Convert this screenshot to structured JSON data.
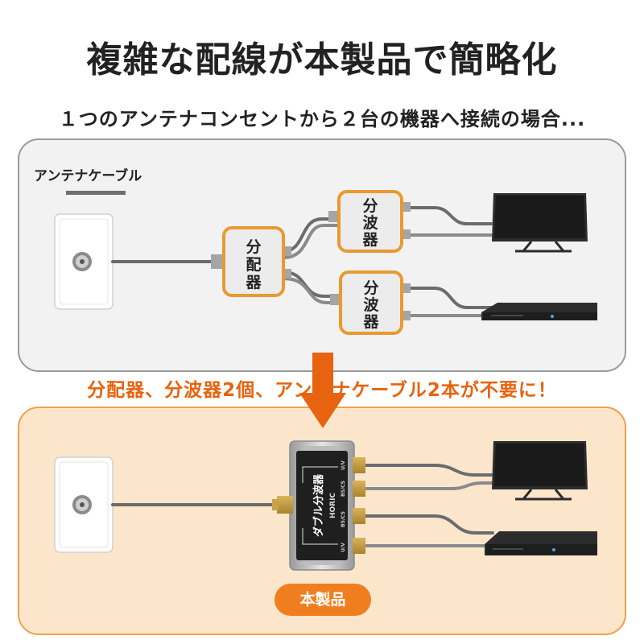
{
  "title": "複雑な配線が本製品で簡略化",
  "subtitle": "１つのアンテナコンセントから２台の機器へ接続の場合...",
  "top_panel": {
    "cable_label": "アンテナケーブル",
    "distributor": [
      "分",
      "配",
      "器"
    ],
    "splitter_upper": [
      "分",
      "波",
      "器"
    ],
    "splitter_lower": [
      "分",
      "波",
      "器"
    ]
  },
  "middle_message": "分配器、分波器2個、アンテナケーブル2本が不要に！",
  "bottom_panel": {
    "device_name": "ダブル分波器",
    "device_brand": "HORIC",
    "port_labels": [
      "U/V",
      "BS/CS",
      "BS/CS",
      "U/V"
    ],
    "product_label": "本製品"
  },
  "colors": {
    "accent_orange": "#f07e1e",
    "message_orange": "#e8630f",
    "box_border_orange": "#e89a30",
    "bottom_panel_fill": "#fbe6cc",
    "top_panel_fill": "#f2f2f2",
    "cable_gray": "#6b6b6b"
  }
}
